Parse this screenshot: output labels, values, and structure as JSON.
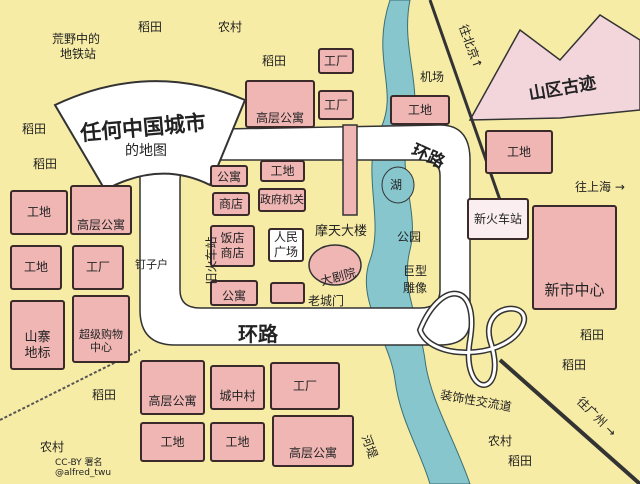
{
  "title": {
    "line1": "任何中国城市",
    "line2": "的地图"
  },
  "labels": {
    "paddy_top": "稻田",
    "village_top": "农村",
    "subway": "荒野中的",
    "subway2": "地铁站",
    "paddy_l1": "稻田",
    "paddy_l2": "稻田",
    "paddy_tr": "稻田",
    "highrise_top": "高层公寓",
    "factory_top1": "工厂",
    "factory_top2": "工厂",
    "site_top": "工地",
    "site_right": "工地",
    "airport": "机场",
    "to_beijing": "往北京↑",
    "mountain": "山区古迹",
    "to_shanghai": "往上海 →",
    "ring_road_top": "环路",
    "ring_road_bottom": "环路",
    "inner_site": "工地",
    "inner_apt1": "公寓",
    "shop1": "商店",
    "gov": "政府机关",
    "restaurant": "饭店",
    "shop2": "商店",
    "square": "人民广场",
    "theater": "大剧院",
    "inner_apt2": "公寓",
    "old_gate": "老城门",
    "skyscraper": "摩天大楼",
    "lake": "湖",
    "park": "公园",
    "statue": "巨型雕像",
    "old_station": "旧火车站",
    "nail_house": "钉子户",
    "left_site1": "工地",
    "left_highrise": "高层公寓",
    "left_site2": "工地",
    "left_factory": "工厂",
    "fake_landmark": "山寨地标",
    "mall": "超级购物中心",
    "paddy_bl": "稻田",
    "village_bl": "农村",
    "credit1": "CC-BY 署名",
    "credit2": "@alfred_twu",
    "bottom_highrise1": "高层公寓",
    "urban_village": "城中村",
    "bottom_factory": "工厂",
    "bottom_site1": "工地",
    "bottom_site2": "工地",
    "bottom_highrise2": "高层公寓",
    "embankment": "河堤",
    "new_station": "新火车站",
    "new_center": "新市中心",
    "paddy_r1": "稻田",
    "paddy_r2": "稻田",
    "interchange": "装饰性交流道",
    "village_br": "农村",
    "paddy_br": "稻田",
    "to_guangzhou": "往广州 →"
  },
  "colors": {
    "land": "#f7eca6",
    "block": "#efb6b4",
    "river": "#86c6cc",
    "road": "#ffffff",
    "mountain": "#f2d6dc"
  }
}
